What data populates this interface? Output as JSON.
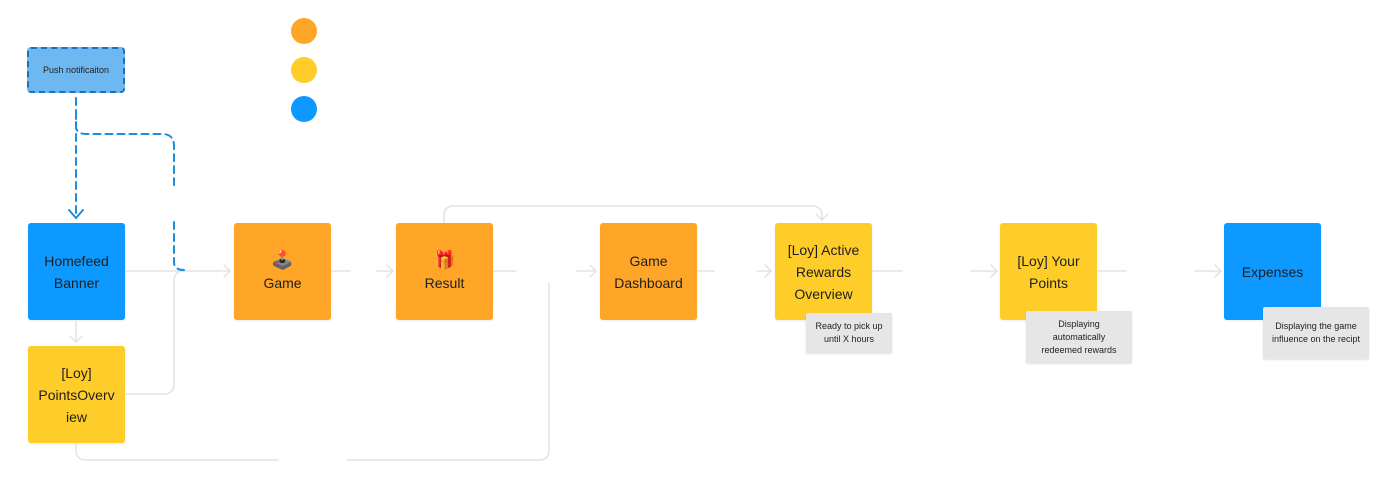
{
  "legend": {
    "colors": [
      "#ffa629",
      "#ffcd29",
      "#0d99ff"
    ]
  },
  "nodes": {
    "push": {
      "label": "Push notificaiton"
    },
    "homefeed": {
      "lines": [
        "Homefeed",
        "Banner"
      ]
    },
    "points_overview": {
      "lines": [
        "[Loy]",
        "PointsOverv",
        "iew"
      ]
    },
    "game": {
      "icon": "🕹️",
      "label": "Game"
    },
    "result": {
      "icon": "🎁",
      "label": "Result"
    },
    "game_dashboard": {
      "lines": [
        "Game",
        "Dashboard"
      ]
    },
    "active_rewards": {
      "lines": [
        "[Loy] Active",
        "Rewards",
        "Overview"
      ]
    },
    "your_points": {
      "lines": [
        "[Loy] Your",
        "Points"
      ]
    },
    "expenses": {
      "label": "Expenses"
    }
  },
  "notes": {
    "active_rewards": [
      "Ready to pick up",
      "until X hours"
    ],
    "your_points": [
      "Displaying",
      "automatically",
      "redeemed rewards"
    ],
    "expenses": [
      "Displaying the game",
      "influence on the recipt"
    ]
  },
  "colors": {
    "blue": "#0d99ff",
    "orange": "#ffa629",
    "yellow": "#ffcd29",
    "connector": "#e5e5e5",
    "dashed_connector": "#1a8fe0"
  }
}
